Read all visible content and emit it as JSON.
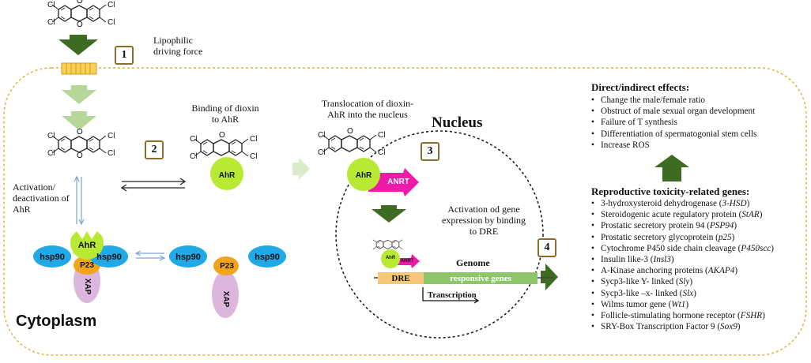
{
  "title": "",
  "steps": [
    "1",
    "2",
    "3",
    "4"
  ],
  "molecule": {
    "substituent": "Cl",
    "ring_heteroatom": "O"
  },
  "labels": {
    "lipophilic": "Lipophilic driving force",
    "binding": "Binding of dioxin to AhR",
    "translocation": "Translocation of dioxin-AhR into the nucleus",
    "activation_ahr": "Activation/ deactivation of AhR",
    "activation_gene": "Activation od gene expression by binding to DRE",
    "nucleus": "Nucleus",
    "cytoplasm": "Cytoplasm",
    "genome": "Genome",
    "transcription": "Transcription"
  },
  "proteins": {
    "ahr": "AhR",
    "anrt": "ANRT",
    "hsp90": "hsp90",
    "p23": "P23",
    "xap": "XAP",
    "dre": "DRE",
    "responsive_genes": "responsive genes"
  },
  "effects": {
    "heading": "Direct/indirect effects:",
    "items": [
      "Change the male/female ratio",
      "Obstruct of male sexual organ development",
      "Failure of T synthesis",
      "Differentiation of spermatogonial stem cells",
      "Increase ROS"
    ]
  },
  "genes": {
    "heading": "Reproductive toxicity-related genes:",
    "items": [
      {
        "name": "3-hydroxysteroid dehydrogenase (",
        "symbol": "3-HSD",
        "close": ")"
      },
      {
        "name": "Steroidogenic acute regulatory protein (",
        "symbol": "StAR",
        "close": ")"
      },
      {
        "name": "Prostatic secretory protein 94 (",
        "symbol": "PSP94",
        "close": ")"
      },
      {
        "name": "Prostatic secretory glycoprotein (",
        "symbol": "p25",
        "close": ")"
      },
      {
        "name": "Cytochrome P450 side chain cleavage (",
        "symbol": "P450scc",
        "close": ")"
      },
      {
        "name": "Insulin like-3 (",
        "symbol": "Insl3",
        "close": ")"
      },
      {
        "name": "A-Kinase anchoring proteins (",
        "symbol": "AKAP4",
        "close": ")"
      },
      {
        "name": "Sycp3-like Y- linked  (",
        "symbol": "Sly",
        "close": ")"
      },
      {
        "name": "Sycp3-like –x- linked  (",
        "symbol": "Slx",
        "close": ")"
      },
      {
        "name": "Wilms tumor gene (",
        "symbol": "Wt1",
        "close": ")"
      },
      {
        "name": "Follicle-stimulating  hormone receptor (",
        "symbol": "FSHR",
        "close": ")"
      },
      {
        "name": "SRY-Box Transcription Factor 9 (",
        "symbol": "Sox9",
        "close": ")"
      }
    ]
  },
  "colors": {
    "dark_green_arrow": "#3e6b22",
    "light_green_arrow": "#b7d69a",
    "ahr": "#b8ea34",
    "hsp90": "#1fa9e6",
    "p23": "#f2a51b",
    "xap": "#dcb6dc",
    "anrt": "#ee1aa8",
    "dre": "#f6c778",
    "responsive_genes": "#8cc56a",
    "cell_border": "#e0b23c",
    "step_border": "#8a6d2c"
  }
}
